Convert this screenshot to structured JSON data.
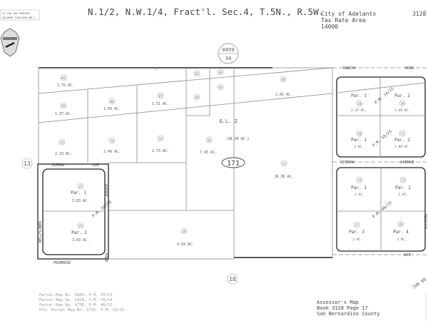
{
  "header": {
    "title": "N.1/2, N.W.1/4, Fract'l. Sec.4, T.5N., R.5W.",
    "city": "City of Adelanto",
    "tax_rate_area_label": "Tax Rate Area",
    "tax_rate_area": "14000",
    "book_number": "3128",
    "disclaimer_line1": "IS FOR THE PURPOSE",
    "disclaimer_line2": "VALOREM TAXATION ONLY"
  },
  "map_refs": {
    "top_ref_top": "0459",
    "top_ref_bottom": "34",
    "left_ref": "13",
    "bottom_ref": "18",
    "center_ref": "171",
    "gl_label": "G.L. 2",
    "gl_acres": "(38.36 AC.)"
  },
  "streets": {
    "rancho": "RANCHO",
    "road": "ROAD",
    "sierra": "SIERRA",
    "avenue": "AVENUE",
    "ave": "AVE",
    "ave_short": "AVE",
    "primrose": "PRIMROSE",
    "bellflower": "BELLFLOWER",
    "palm": "PALM",
    "avenue_v": "AVENUE",
    "mesquite": "MESQUITE"
  },
  "parcels": [
    {
      "num": "01",
      "acres": "2.75 AC."
    },
    {
      "num": "03",
      "acres": "1.37 AC."
    },
    {
      "num": "06",
      "acres": "1.50 AC."
    },
    {
      "num": "07",
      "acres": "1.51 AC."
    },
    {
      "num": "12",
      "acres": "2.29 AC."
    },
    {
      "num": "14",
      "acres": "2.49 AC."
    },
    {
      "num": "15",
      "acres": "2.73 AC."
    },
    {
      "num": "16",
      "acres": "7.45 AC."
    },
    {
      "num": "10",
      "acres": "2.81 AC."
    },
    {
      "num": "11",
      "acres": "16.36 AC."
    },
    {
      "num": "26",
      "acres": "4.83 AC."
    },
    {
      "num": "62",
      "acres": ""
    },
    {
      "num": "63",
      "acres": ""
    },
    {
      "num": "61",
      "acres": ""
    },
    {
      "num": "64",
      "acres": ""
    }
  ],
  "left_block": {
    "pm": "P.M. 50/54",
    "par1": {
      "label": "Par. 1",
      "num": "25",
      "acres": "3.83 AC."
    },
    "par2": {
      "label": "Par. 2",
      "num": "23",
      "acres": "3.83 AC."
    }
  },
  "right_top_block": {
    "pm1": "P.M. 24/15",
    "pm2": "P.M. 55/23",
    "par_a": {
      "label": "Par. 1",
      "num": "18",
      "acres": "1.37 AC."
    },
    "par_b": {
      "label": "Par. 2",
      "num": "19",
      "acres": "1.49 AC."
    },
    "par_c": {
      "label": "Par. 1",
      "num": "20",
      "acres": "2 AC."
    },
    "par_d": {
      "label": "Par. 2",
      "num": "21",
      "acres": "1.99 AC."
    }
  },
  "right_bottom_block": {
    "pm": "P.M. 46/15",
    "par1": {
      "label": "Par. 1",
      "num": "22",
      "acres": "2 AC."
    },
    "par2": {
      "label": "Par. 2",
      "num": "23",
      "acres": "2 AC."
    },
    "par3": {
      "label": "Par. 3",
      "num": "27",
      "acres": "2 AC."
    },
    "par4": {
      "label": "Par. 4",
      "num": "28",
      "acres": "2 AC."
    }
  },
  "parcel_maps": [
    "Parcel Map No. 5809, P.M. 55/23",
    "Parcel Map No. 5428, P.M. 50/54",
    "Parcel Map No. 4756, P.M. 46/15",
    "Ptn. Parcel Map No. 2742, P.M. 24/15"
  ],
  "footer": {
    "line1": "Assessor's Map",
    "line2": "Book 3128 Page 17",
    "line3": "San Bernardino County",
    "stamp": "JUN 09"
  }
}
